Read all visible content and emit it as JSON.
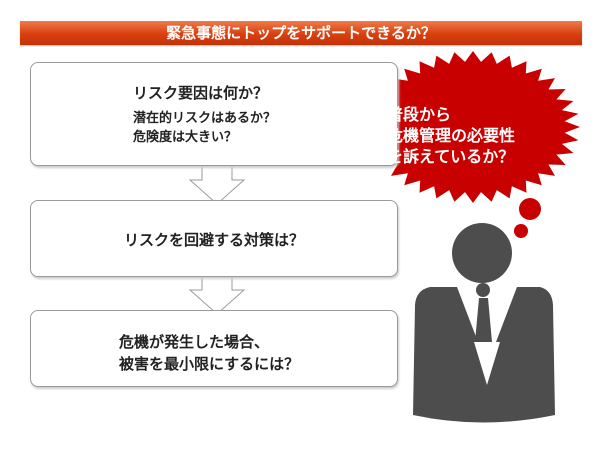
{
  "header": {
    "title": "緊急事態にトップをサポートできるか？"
  },
  "steps": [
    {
      "title": "リスク要因は何か？",
      "sub": [
        "潜在的リスクはあるか？",
        "危険度は大きい？"
      ]
    },
    {
      "title": "リスクを回避する対策は？"
    },
    {
      "lines": [
        "危機が発生した場合、",
        "被害を最小限にするには？"
      ]
    }
  ],
  "thought": {
    "lines": [
      "普段から",
      "危機管理の必要性",
      "を訴えているか？"
    ],
    "color": "#c80000"
  },
  "colors": {
    "header": "#d8400f",
    "person": "#4d4d4d"
  }
}
